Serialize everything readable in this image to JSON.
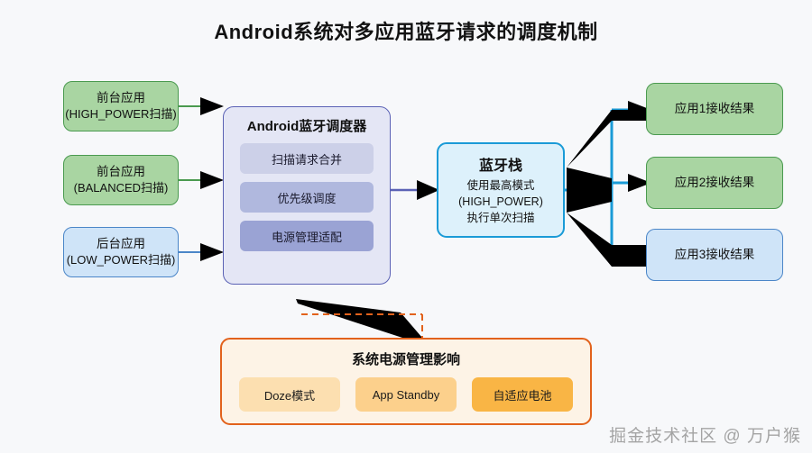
{
  "title": "Android系统对多应用蓝牙请求的调度机制",
  "watermark": "掘金技术社区 @ 万户猴",
  "colors": {
    "background": "#f7f8fa",
    "green_fill": "#a9d5a2",
    "green_border": "#4a9a4f",
    "blue_fill": "#cfe4f8",
    "blue_border": "#4b86c8",
    "scheduler_fill": "#e4e6f5",
    "scheduler_border": "#5b62b5",
    "bt_fill": "#ddf1fb",
    "bt_border": "#1a9bd7",
    "orange_border": "#e2621c",
    "orange_fill": "#fdf3e6"
  },
  "left_column": {
    "nodes": [
      {
        "line1": "前台应用",
        "line2": "(HIGH_POWER扫描)",
        "style": "green"
      },
      {
        "line1": "前台应用",
        "line2": "(BALANCED扫描)",
        "style": "green"
      },
      {
        "line1": "后台应用",
        "line2": "(LOW_POWER扫描)",
        "style": "blue"
      }
    ]
  },
  "scheduler": {
    "title": "Android蓝牙调度器",
    "items": [
      {
        "label": "扫描请求合并"
      },
      {
        "label": "优先级调度"
      },
      {
        "label": "电源管理适配"
      }
    ]
  },
  "bt_stack": {
    "title": "蓝牙栈",
    "lines": [
      "使用最高模式",
      "(HIGH_POWER)",
      "执行单次扫描"
    ]
  },
  "right_column": {
    "nodes": [
      {
        "line1": "应用1接收结果",
        "style": "green"
      },
      {
        "line1": "应用2接收结果",
        "style": "green"
      },
      {
        "line1": "应用3接收结果",
        "style": "blue"
      }
    ]
  },
  "power_panel": {
    "title": "系统电源管理影响",
    "items": [
      {
        "label": "Doze模式"
      },
      {
        "label": "App Standby"
      },
      {
        "label": "自适应电池"
      }
    ]
  }
}
